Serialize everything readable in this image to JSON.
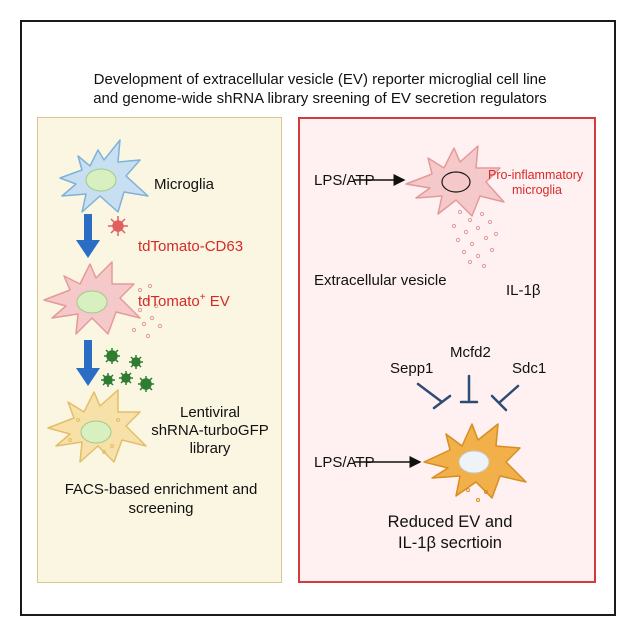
{
  "title": {
    "line1": "Development of extracellular vesicle (EV) reporter microglial cell line",
    "line2": "and genome-wide shRNA library sreening of EV secretion regulators"
  },
  "left_panel": {
    "microglia": "Microglia",
    "tdtomato_cd63": "tdTomato-CD63",
    "tdtomato_ev_main": "tdTomato",
    "tdtomato_ev_sup": "+",
    "tdtomato_ev_tail": " EV",
    "library_line1": "Lentiviral",
    "library_line2": "shRNA-turboGFP",
    "library_line3": "library",
    "facs_line1": "FACS-based enrichment and",
    "facs_line2": "screening"
  },
  "right_panel": {
    "lps_atp_top": "LPS/ATP",
    "proinflammatory_line1": "Pro-inflammatory",
    "proinflammatory_line2": "microglia",
    "extracellular_vesicle": "Extracellular vesicle",
    "il1b": "IL-1β",
    "sepp1": "Sepp1",
    "mcfd2": "Mcfd2",
    "sdc1": "Sdc1",
    "lps_atp_bottom": "LPS/ATP",
    "reduced_line1": "Reduced EV and",
    "reduced_line2": "IL-1β secrtioin"
  },
  "colors": {
    "left_bg": "#fbf6e2",
    "right_bg": "#fff1f1",
    "right_border": "#d23b3b",
    "cell_blue": "#c7dff0",
    "cell_pink": "#f5c9c9",
    "cell_yellow": "#f7e1a8",
    "cell_orange": "#f2b04a",
    "nucleus_green": "#d8efc0",
    "arrow_blue": "#2b6cc4",
    "virus_red": "#e06060",
    "virus_green": "#2e7d32",
    "inhibitor": "#2d4b73",
    "red_text": "#d62a2a"
  }
}
